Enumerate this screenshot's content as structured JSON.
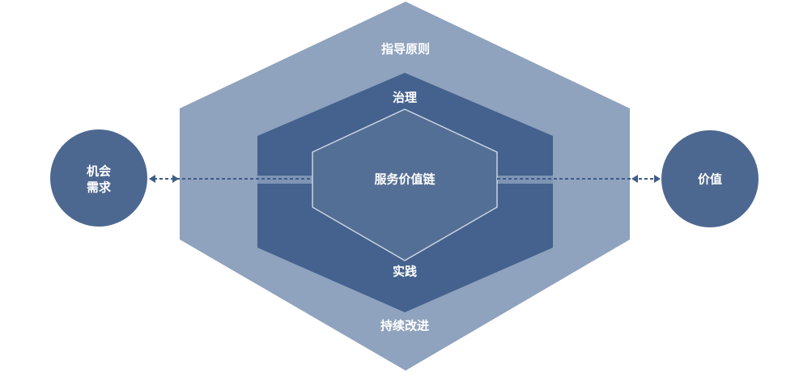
{
  "diagram": {
    "outer_layer": {
      "top_label": "指导原则",
      "bottom_label": "持续改进"
    },
    "middle_layer": {
      "top_label": "治理",
      "bottom_label": "实践"
    },
    "core": {
      "label": "服务价值链"
    },
    "left_node": {
      "line1": "机会",
      "line2": "需求"
    },
    "right_node": {
      "label": "价值"
    }
  },
  "colors": {
    "outer_hexagon": "#8fa2be",
    "middle_hexagon": "#44628d",
    "inner_hexagon": "#546f95",
    "nodes": "#4d6890",
    "connector": "#3f5c87",
    "label": "#ffffff"
  }
}
